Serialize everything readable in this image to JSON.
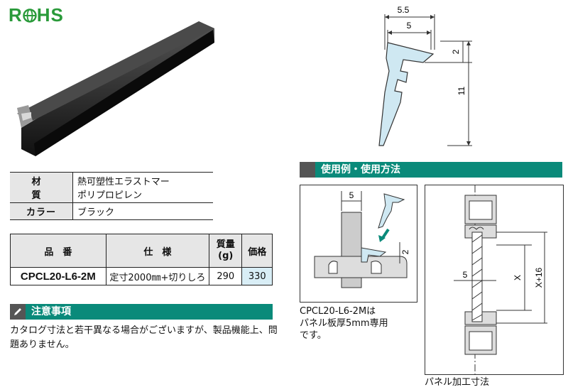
{
  "logo": {
    "text_left": "R",
    "text_right": "HS"
  },
  "profile_drawing": {
    "dim_top": "5.5",
    "dim_mid": "5",
    "dim_right_small": "2",
    "dim_height": "11"
  },
  "material_table": {
    "rows": [
      {
        "label": "材　質",
        "lines": [
          "熱可塑性エラストマー",
          "ポリプロピレン"
        ]
      },
      {
        "label": "カラー",
        "lines": [
          "ブラック"
        ]
      }
    ]
  },
  "product_table": {
    "headers": [
      "品　番",
      "仕　様",
      "質量\n(g)",
      "価格"
    ],
    "rows": [
      {
        "code": "CPCL20-L6-2M",
        "spec": "定寸2000㎜+切りしろ",
        "mass": "290",
        "price": "330"
      }
    ]
  },
  "notes": {
    "title": "注意事項",
    "text": "カタログ寸法と若干異なる場合がございますが、製品機能上、問題ありません。"
  },
  "usage": {
    "title": "使用例・使用方法",
    "example_dims": {
      "width": "5",
      "gap": "2"
    },
    "example_caption_lines": [
      "CPCL20-L6-2Mは",
      "パネル板厚5mm専用",
      "です。"
    ],
    "panel_dims": {
      "thickness": "5",
      "x": "X",
      "x16": "X+16"
    },
    "panel_caption": "パネル加工寸法"
  },
  "colors": {
    "accent": "#0a8a7a",
    "rohs": "#2a9a3a",
    "highlight": "#d9eef6"
  }
}
